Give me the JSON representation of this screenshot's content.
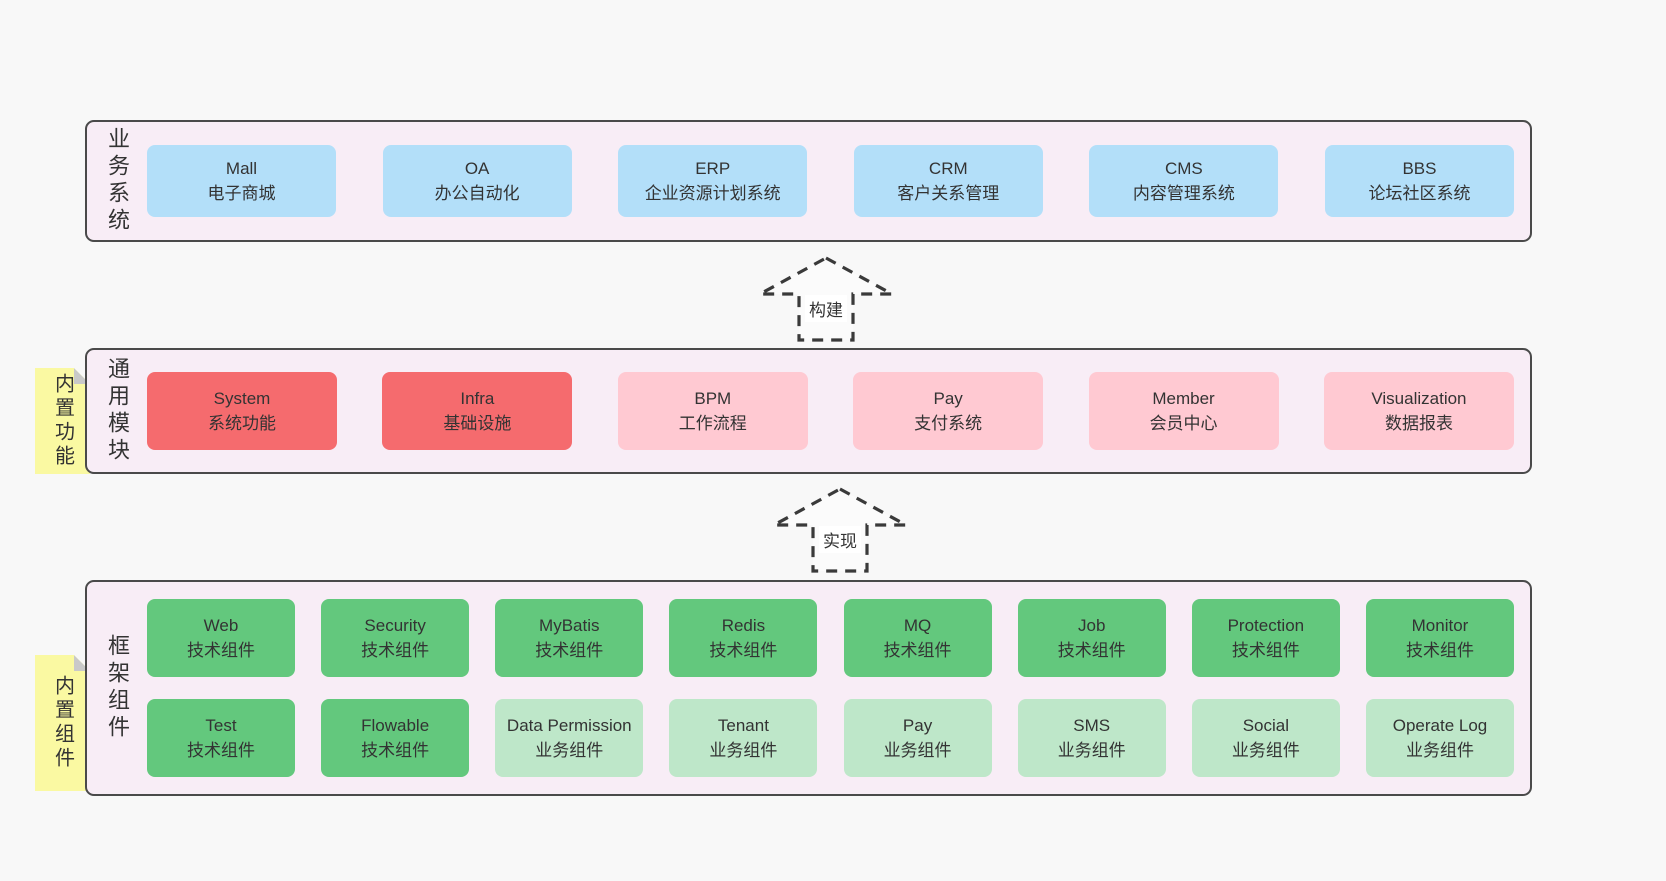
{
  "colors": {
    "page_bg": "#f8f8f8",
    "band_bg": "#f8edf6",
    "band_border": "#4a4a4a",
    "blue_box": "#b3dff9",
    "red_box": "#f56b6e",
    "pink_box": "#ffc9d2",
    "green_box": "#63c87d",
    "light_green_box": "#bee7c9",
    "note_bg": "#faf9a2",
    "note_fold": "#c9c9c9",
    "text": "#333333"
  },
  "arrows": [
    {
      "label": "构建"
    },
    {
      "label": "实现"
    }
  ],
  "bands": [
    {
      "label": "业务系统",
      "boxes": [
        {
          "name": "Mall",
          "desc": "电子商城"
        },
        {
          "name": "OA",
          "desc": "办公自动化"
        },
        {
          "name": "ERP",
          "desc": "企业资源计划系统"
        },
        {
          "name": "CRM",
          "desc": "客户关系管理"
        },
        {
          "name": "CMS",
          "desc": "内容管理系统"
        },
        {
          "name": "BBS",
          "desc": "论坛社区系统"
        }
      ]
    },
    {
      "label": "通用模块",
      "note": {
        "text": "内置功能"
      },
      "boxes": [
        {
          "name": "System",
          "desc": "系统功能"
        },
        {
          "name": "Infra",
          "desc": "基础设施"
        },
        {
          "name": "BPM",
          "desc": "工作流程"
        },
        {
          "name": "Pay",
          "desc": "支付系统"
        },
        {
          "name": "Member",
          "desc": "会员中心"
        },
        {
          "name": "Visualization",
          "desc": "数据报表"
        }
      ]
    },
    {
      "label": "框架组件",
      "note": {
        "text": "内置组件"
      },
      "rows": [
        [
          {
            "name": "Web",
            "desc": "技术组件"
          },
          {
            "name": "Security",
            "desc": "技术组件"
          },
          {
            "name": "MyBatis",
            "desc": "技术组件"
          },
          {
            "name": "Redis",
            "desc": "技术组件"
          },
          {
            "name": "MQ",
            "desc": "技术组件"
          },
          {
            "name": "Job",
            "desc": "技术组件"
          },
          {
            "name": "Protection",
            "desc": "技术组件"
          },
          {
            "name": "Monitor",
            "desc": "技术组件"
          }
        ],
        [
          {
            "name": "Test",
            "desc": "技术组件"
          },
          {
            "name": "Flowable",
            "desc": "技术组件"
          },
          {
            "name": "Data Permission",
            "desc": "业务组件"
          },
          {
            "name": "Tenant",
            "desc": "业务组件"
          },
          {
            "name": "Pay",
            "desc": "业务组件"
          },
          {
            "name": "SMS",
            "desc": "业务组件"
          },
          {
            "name": "Social",
            "desc": "业务组件"
          },
          {
            "name": "Operate Log",
            "desc": "业务组件"
          }
        ]
      ]
    }
  ]
}
